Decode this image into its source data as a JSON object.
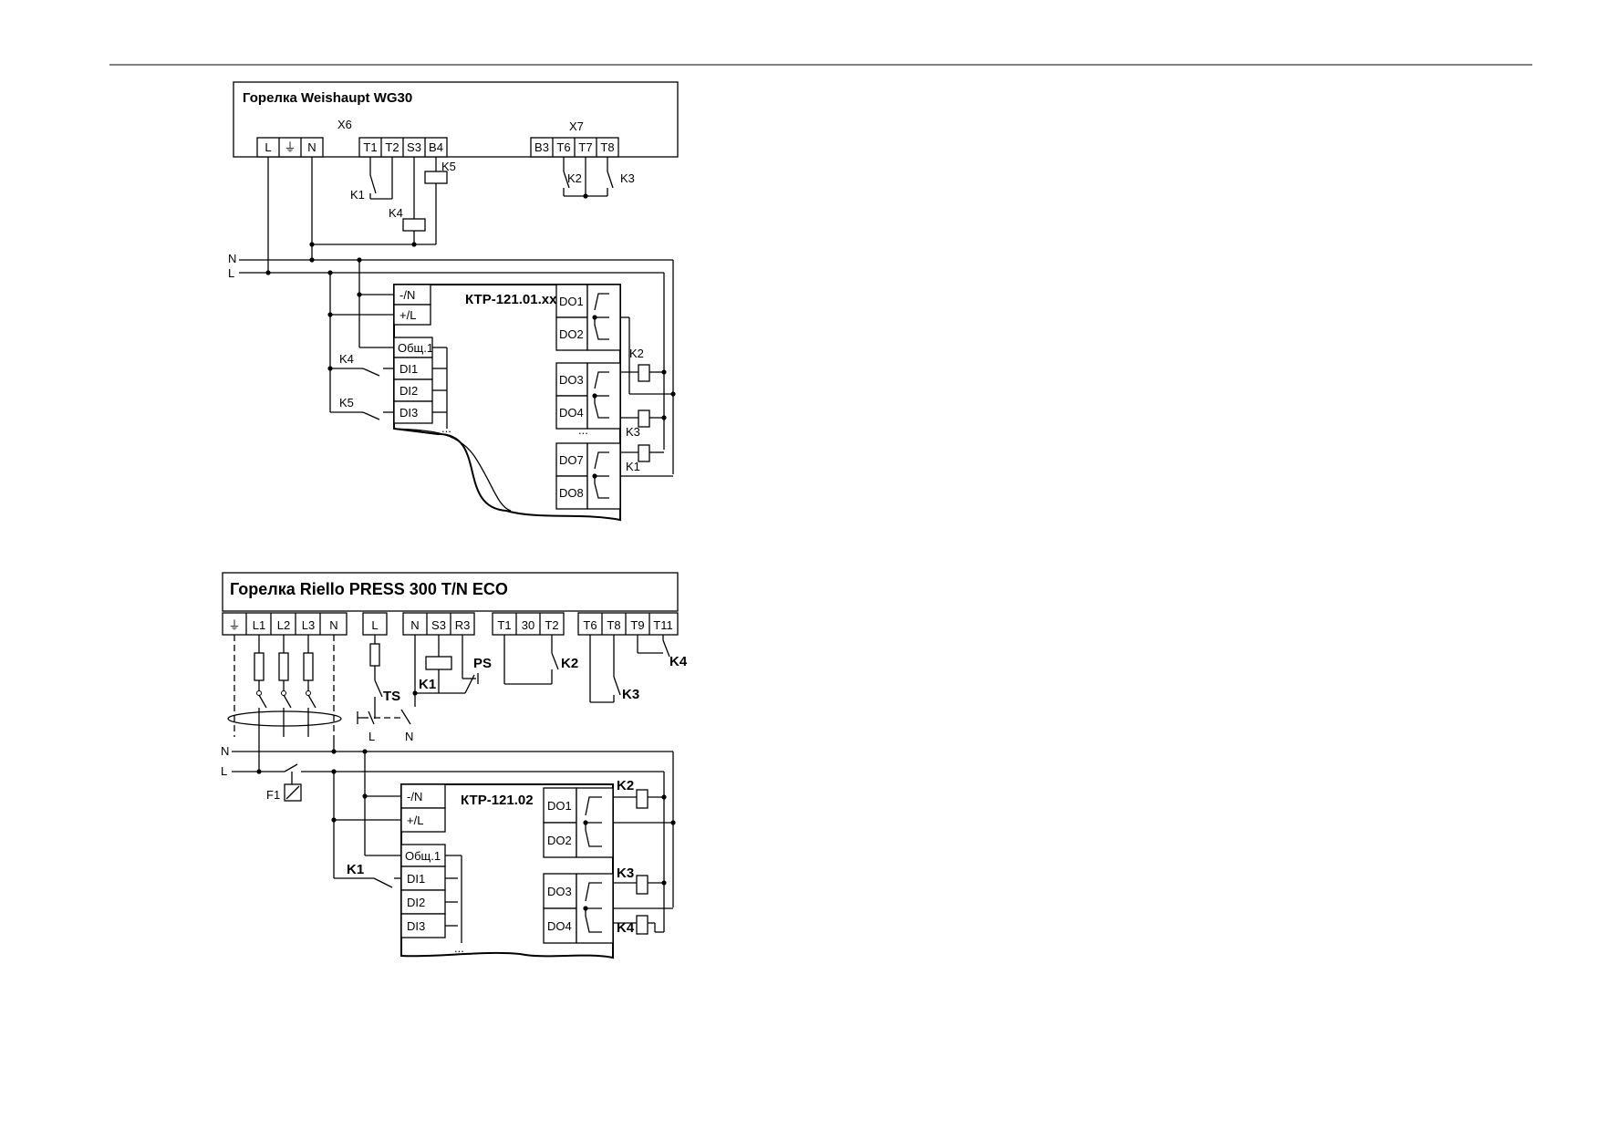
{
  "diagram1": {
    "title": "Горелка Weishaupt WG30",
    "x6_label": "X6",
    "x7_label": "X7",
    "terminals_left": [
      "L",
      "⏚",
      "N",
      "T1",
      "T2",
      "S3",
      "B4"
    ],
    "terminals_right": [
      "B3",
      "T6",
      "T7",
      "T8"
    ],
    "relays": {
      "k1": "K1",
      "k2": "K2",
      "k3": "K3",
      "k4": "K4",
      "k5": "K5"
    },
    "bus": {
      "n": "N",
      "l": "L"
    },
    "device": {
      "name": "КТР-121.01.xx",
      "power": [
        "-/N",
        "+/L"
      ],
      "inputs": [
        "Общ.1",
        "DI1",
        "DI2",
        "DI3"
      ],
      "outputs": [
        "DO1",
        "DO2",
        "DO3",
        "DO4",
        "DO7",
        "DO8"
      ],
      "ellipsis": "..."
    }
  },
  "diagram2": {
    "title": "Горелка Riello PRESS 300 T/N ECO",
    "terminals_group1": [
      "⏚",
      "L1",
      "L2",
      "L3",
      "N"
    ],
    "terminals_group2": [
      "L"
    ],
    "terminals_group3": [
      "N",
      "S3",
      "R3"
    ],
    "terminals_group4": [
      "T1",
      "30",
      "T2"
    ],
    "terminals_group5": [
      "T6",
      "T8",
      "T9",
      "T11"
    ],
    "labels": {
      "ps": "PS",
      "ts": "TS",
      "k1": "K1",
      "k2": "K2",
      "k3": "K3",
      "k4": "K4",
      "l": "L",
      "n": "N",
      "f1": "F1"
    },
    "bus": {
      "n": "N",
      "l": "L"
    },
    "device": {
      "name": "КТР-121.02",
      "power": [
        "-/N",
        "+/L"
      ],
      "inputs": [
        "Общ.1",
        "DI1",
        "DI2",
        "DI3"
      ],
      "outputs": [
        "DO1",
        "DO2",
        "DO3",
        "DO4"
      ],
      "ellipsis": "..."
    }
  }
}
